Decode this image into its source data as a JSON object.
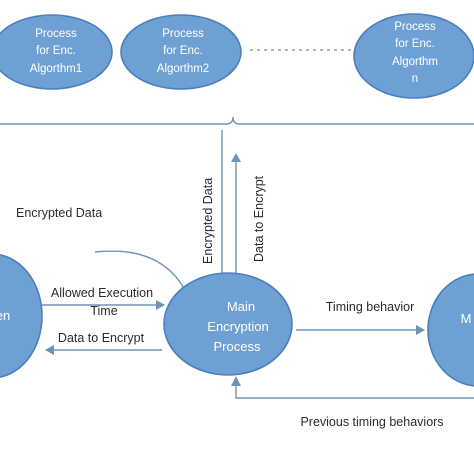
{
  "nodes": {
    "alg1": [
      "Process",
      "for Enc.",
      "Algorthm1"
    ],
    "alg2": [
      "Process",
      "for Enc.",
      "Algorthm2"
    ],
    "algn": [
      "Process",
      "for Enc.",
      "Algorthm",
      "n"
    ],
    "main": [
      "Main",
      "Encryption",
      "Process"
    ],
    "left_partial": "en",
    "right_partial": "M"
  },
  "labels": {
    "encrypted_data_left": "Encrypted Data",
    "allowed_exec_line1": "Allowed Execution",
    "allowed_exec_line2": "Time",
    "data_to_encrypt_left": "Data to Encrypt",
    "encrypted_data_vertical": "Encrypted Data",
    "data_to_encrypt_vertical": "Data to Encrypt",
    "timing_behavior": "Timing behavior",
    "previous_timing_behaviors": "Previous timing behaviors"
  },
  "colors": {
    "node_fill": "#6fa0d4",
    "node_stroke": "#4a7fbf",
    "line": "#6f93b8"
  }
}
